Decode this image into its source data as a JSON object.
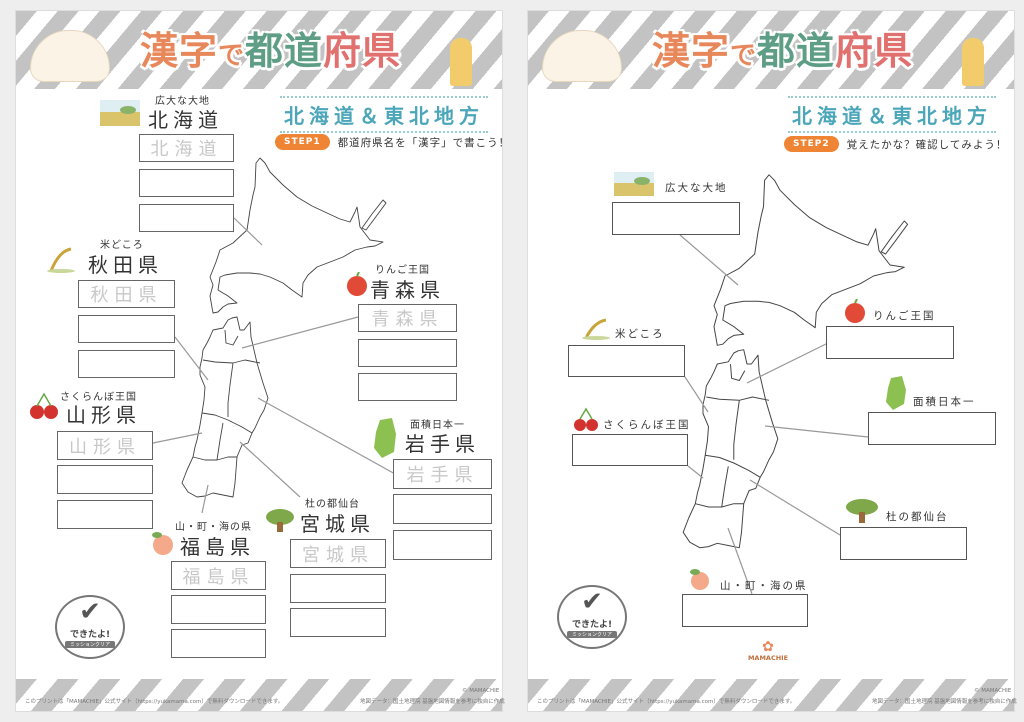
{
  "header": {
    "title_parts": [
      {
        "text": "漢字",
        "color": "#e8875a"
      },
      {
        "text": "で",
        "color": "#e8875a"
      },
      {
        "text": "都道",
        "color": "#5e9d86"
      },
      {
        "text": "府県",
        "color": "#e0716f"
      }
    ]
  },
  "region_title": "北海道＆東北地方",
  "step1": {
    "label": "STEP1",
    "text": "都道府県名を「漢字」で書こう！"
  },
  "step2": {
    "label": "STEP2",
    "text": "覚えたかな？確認してみよう！"
  },
  "prefectures": [
    {
      "id": "hokkaido",
      "nickname": "広大な大地",
      "name": "北海道",
      "trace": "北海道"
    },
    {
      "id": "akita",
      "nickname": "米どころ",
      "name": "秋田県",
      "trace": "秋田県"
    },
    {
      "id": "aomori",
      "nickname": "りんご王国",
      "name": "青森県",
      "trace": "青森県"
    },
    {
      "id": "yamagata",
      "nickname": "さくらんぼ王国",
      "name": "山形県",
      "trace": "山形県"
    },
    {
      "id": "iwate",
      "nickname": "面積日本一",
      "name": "岩手県",
      "trace": "岩手県"
    },
    {
      "id": "miyagi",
      "nickname": "杜の都仙台",
      "name": "宮城県",
      "trace": "宮城県"
    },
    {
      "id": "fukushima",
      "nickname": "山・町・海の県",
      "name": "福島県",
      "trace": "福島県"
    }
  ],
  "stamp": {
    "main": "できたよ!",
    "ribbon": "ミッションクリア"
  },
  "logo": "MAMACHIE",
  "footer": {
    "left": "このプリントは「MAMACHIE」公式サイト（https://yukamama.com）で無料ダウンロードできます。",
    "copyright": "© MAMACHIE",
    "source": "地図データ：国土地理院 基盤地図情報を参考に独自に作成"
  },
  "colors": {
    "accent": "#ee8434",
    "region": "#4aa6b8"
  }
}
